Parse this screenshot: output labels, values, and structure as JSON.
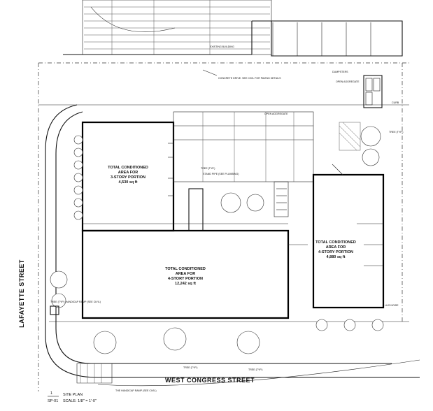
{
  "streets": {
    "lafayette": "LAFAYETTE STREET",
    "west_congress": "WEST CONGRESS STREET"
  },
  "areas": {
    "three_story": {
      "line1": "TOTAL CONDITIONED",
      "line2": "AREA FOR",
      "line3": "3-STORY PORTION",
      "line4": "4,530 sq ft"
    },
    "four_story_center": {
      "line1": "TOTAL CONDITIONED",
      "line2": "AREA FOR",
      "line3": "4-STORY PORTION",
      "line4": "12,242 sq ft"
    },
    "four_story_right": {
      "line1": "TOTAL CONDITIONED",
      "line2": "AREA FOR",
      "line3": "4-STORY PORTION",
      "line4": "4,880 sq ft"
    }
  },
  "notes": {
    "existing_building": "EXISTING BUILDING",
    "concrete_drive": "CONCRETE DRIVE. SEE CIVIL FOR PAVING DETAILS",
    "dumpsters": "DUMPSTERS",
    "open_aggregate_top": "OPEN AGGREGATE",
    "open_aggregate_mid": "OPEN AGGREGATE",
    "curb": "CURB",
    "tree_typ_right": "TREE (TYP.)",
    "tree_typ_mid": "TREE (TYP.)",
    "stand_pipe": "STAND PIPE (SEE PLUMBING)",
    "tree_typ_left": "TREE (TYP.) HANDICAP RAMP (SEE CIVIL)",
    "tree_typ_bottom1": "TREE (TYP.)",
    "tree_typ_bottom2": "TREE (TYP.)",
    "handicap_ramp_bottom": "THE HANDICAP RAMP (SEE CIVIL)",
    "lug_noise": "LUG NOISE"
  },
  "title_block": {
    "number": "1",
    "sheet": "SP-01",
    "name": "SITE PLAN",
    "scale": "SCALE: 1/8\" = 1'-0\""
  }
}
